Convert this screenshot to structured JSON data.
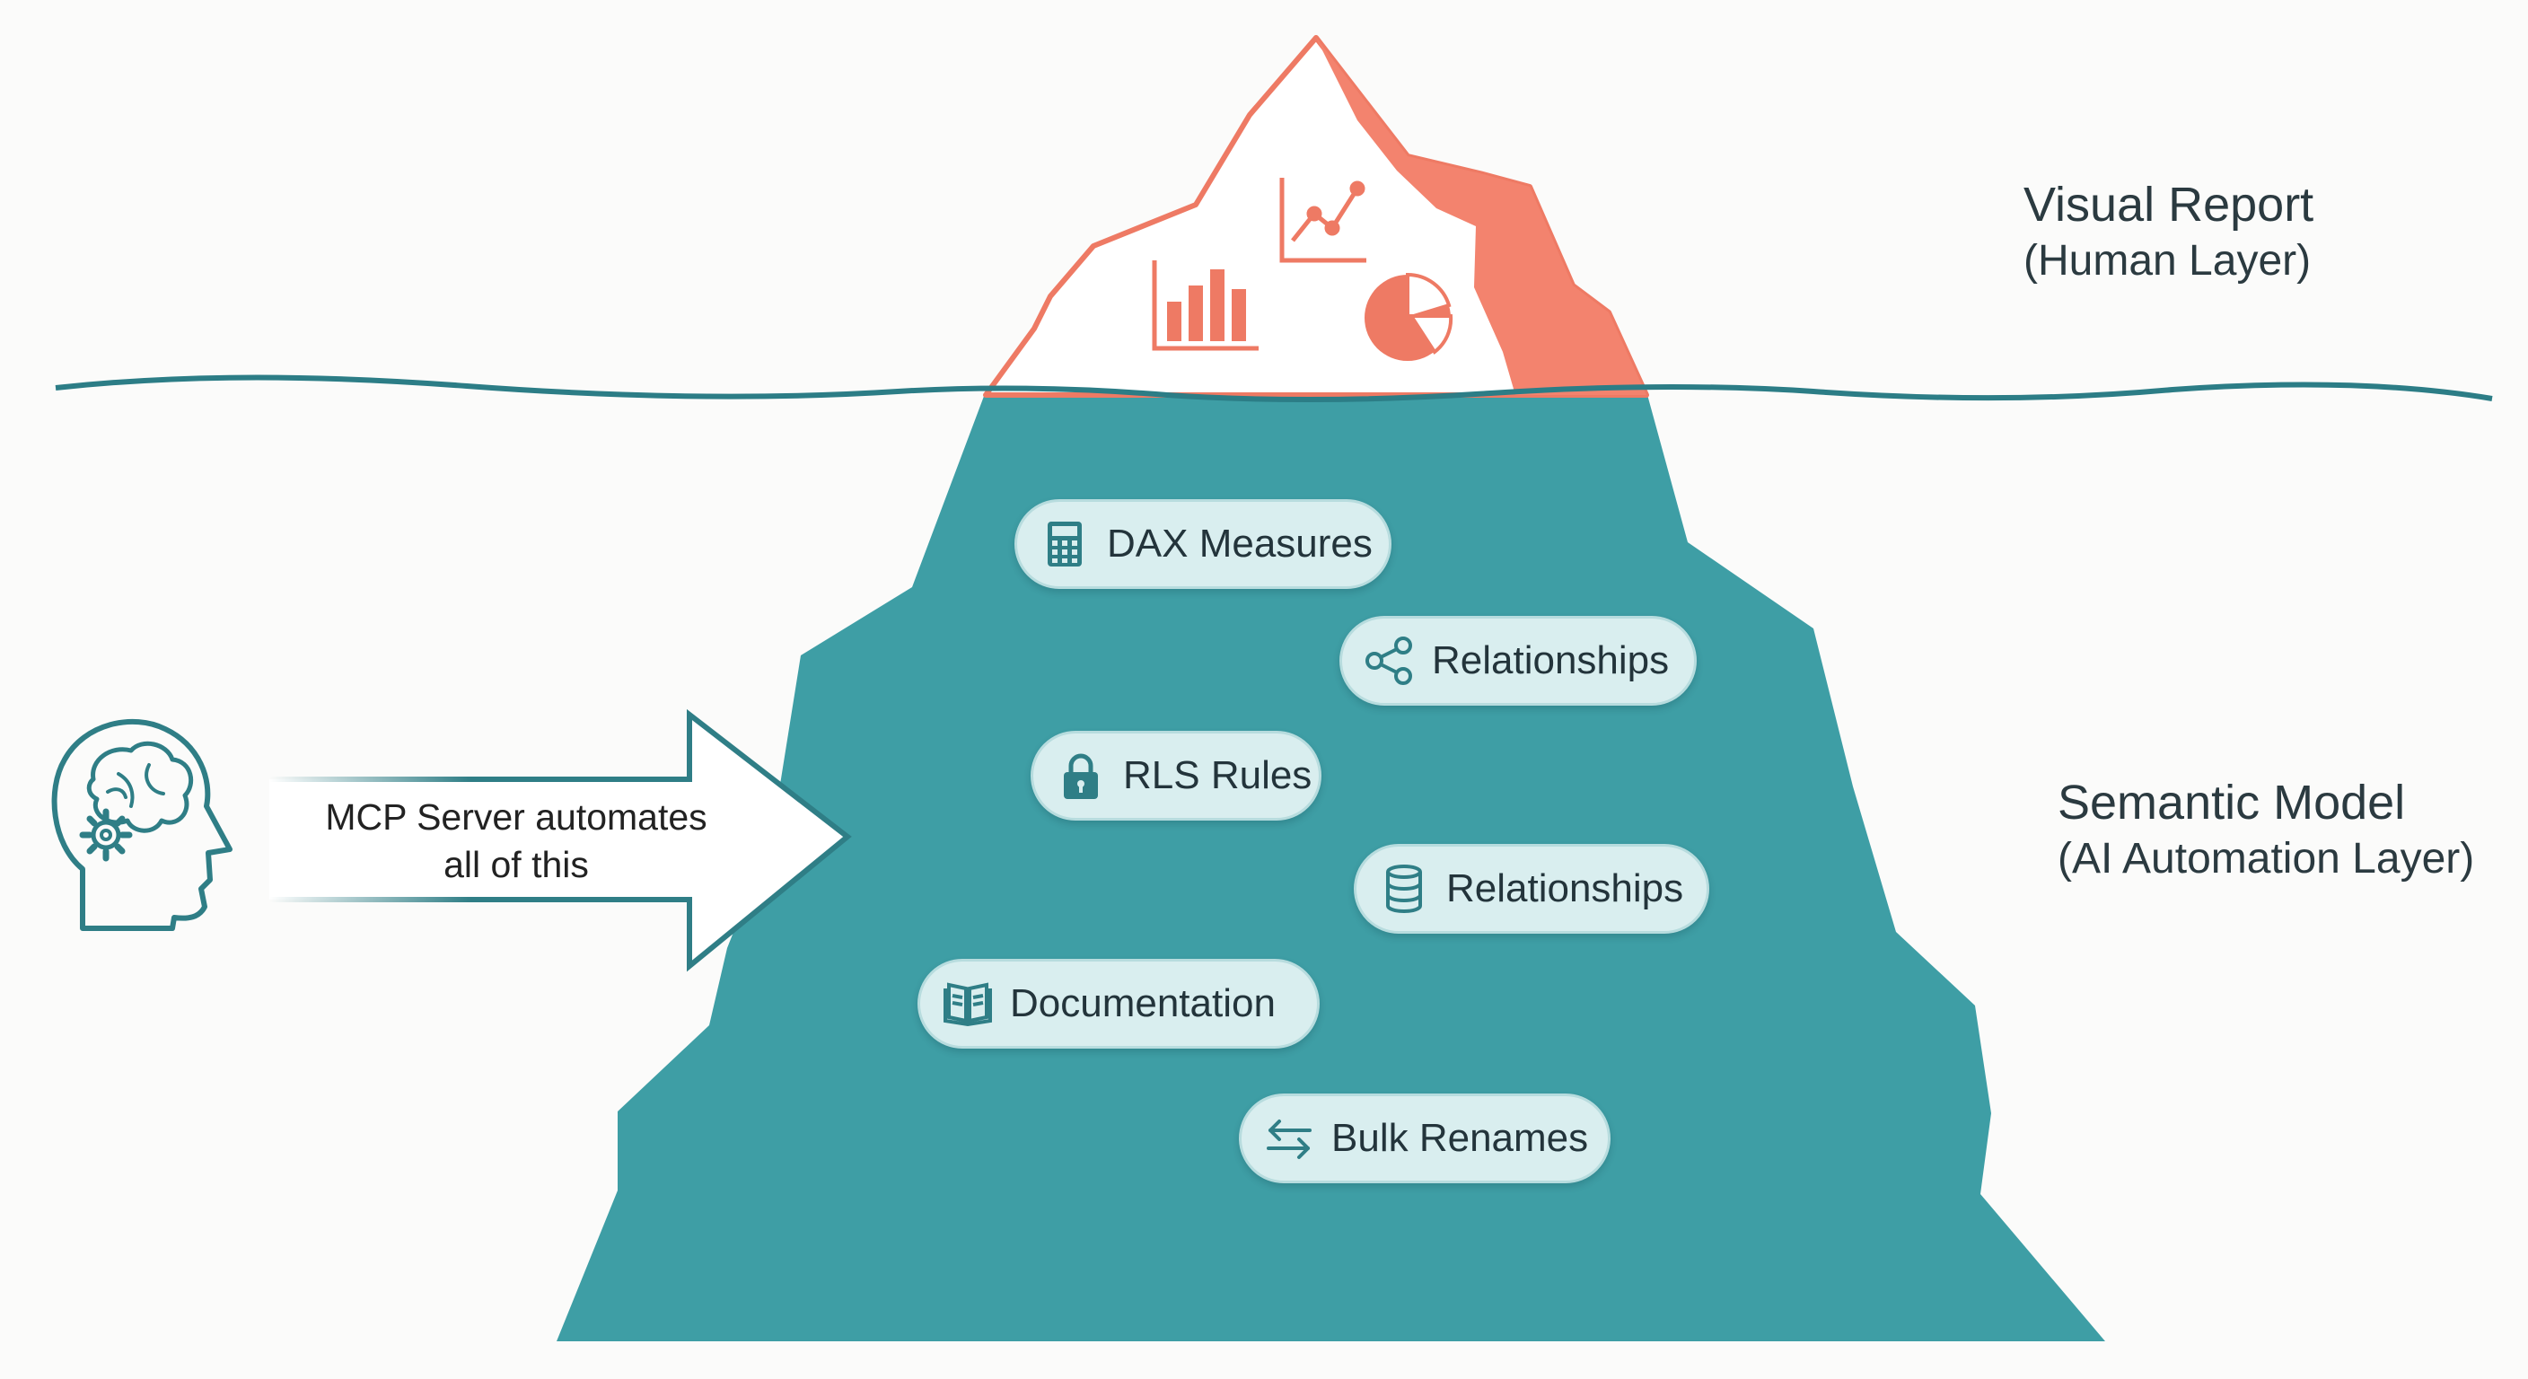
{
  "layers": {
    "visual": {
      "title": "Visual Report",
      "subtitle": "(Human Layer)"
    },
    "semantic": {
      "title": "Semantic Model",
      "subtitle": "(AI Automation Layer)"
    }
  },
  "callout": {
    "line1": "MCP Server automates",
    "line2": "all of this"
  },
  "features": [
    {
      "label": "DAX Measures",
      "icon": "calculator-icon"
    },
    {
      "label": "Relationships",
      "icon": "share-nodes-icon"
    },
    {
      "label": "RLS Rules",
      "icon": "lock-icon"
    },
    {
      "label": "Relationships",
      "icon": "database-icon"
    },
    {
      "label": "Documentation",
      "icon": "book-icon"
    },
    {
      "label": "Bulk Renames",
      "icon": "swap-arrows-icon"
    }
  ],
  "tip_icons": [
    "bar-chart-icon",
    "line-chart-icon",
    "pie-chart-icon"
  ],
  "head_icon": "head-brain-gear-icon",
  "colors": {
    "tip": "#f07a63",
    "tip_shade": "#f3836e",
    "water": "#3e9ea5",
    "water_line": "#2c7d86",
    "text": "#2b3a40",
    "pill_bg": "#d9eeef"
  }
}
